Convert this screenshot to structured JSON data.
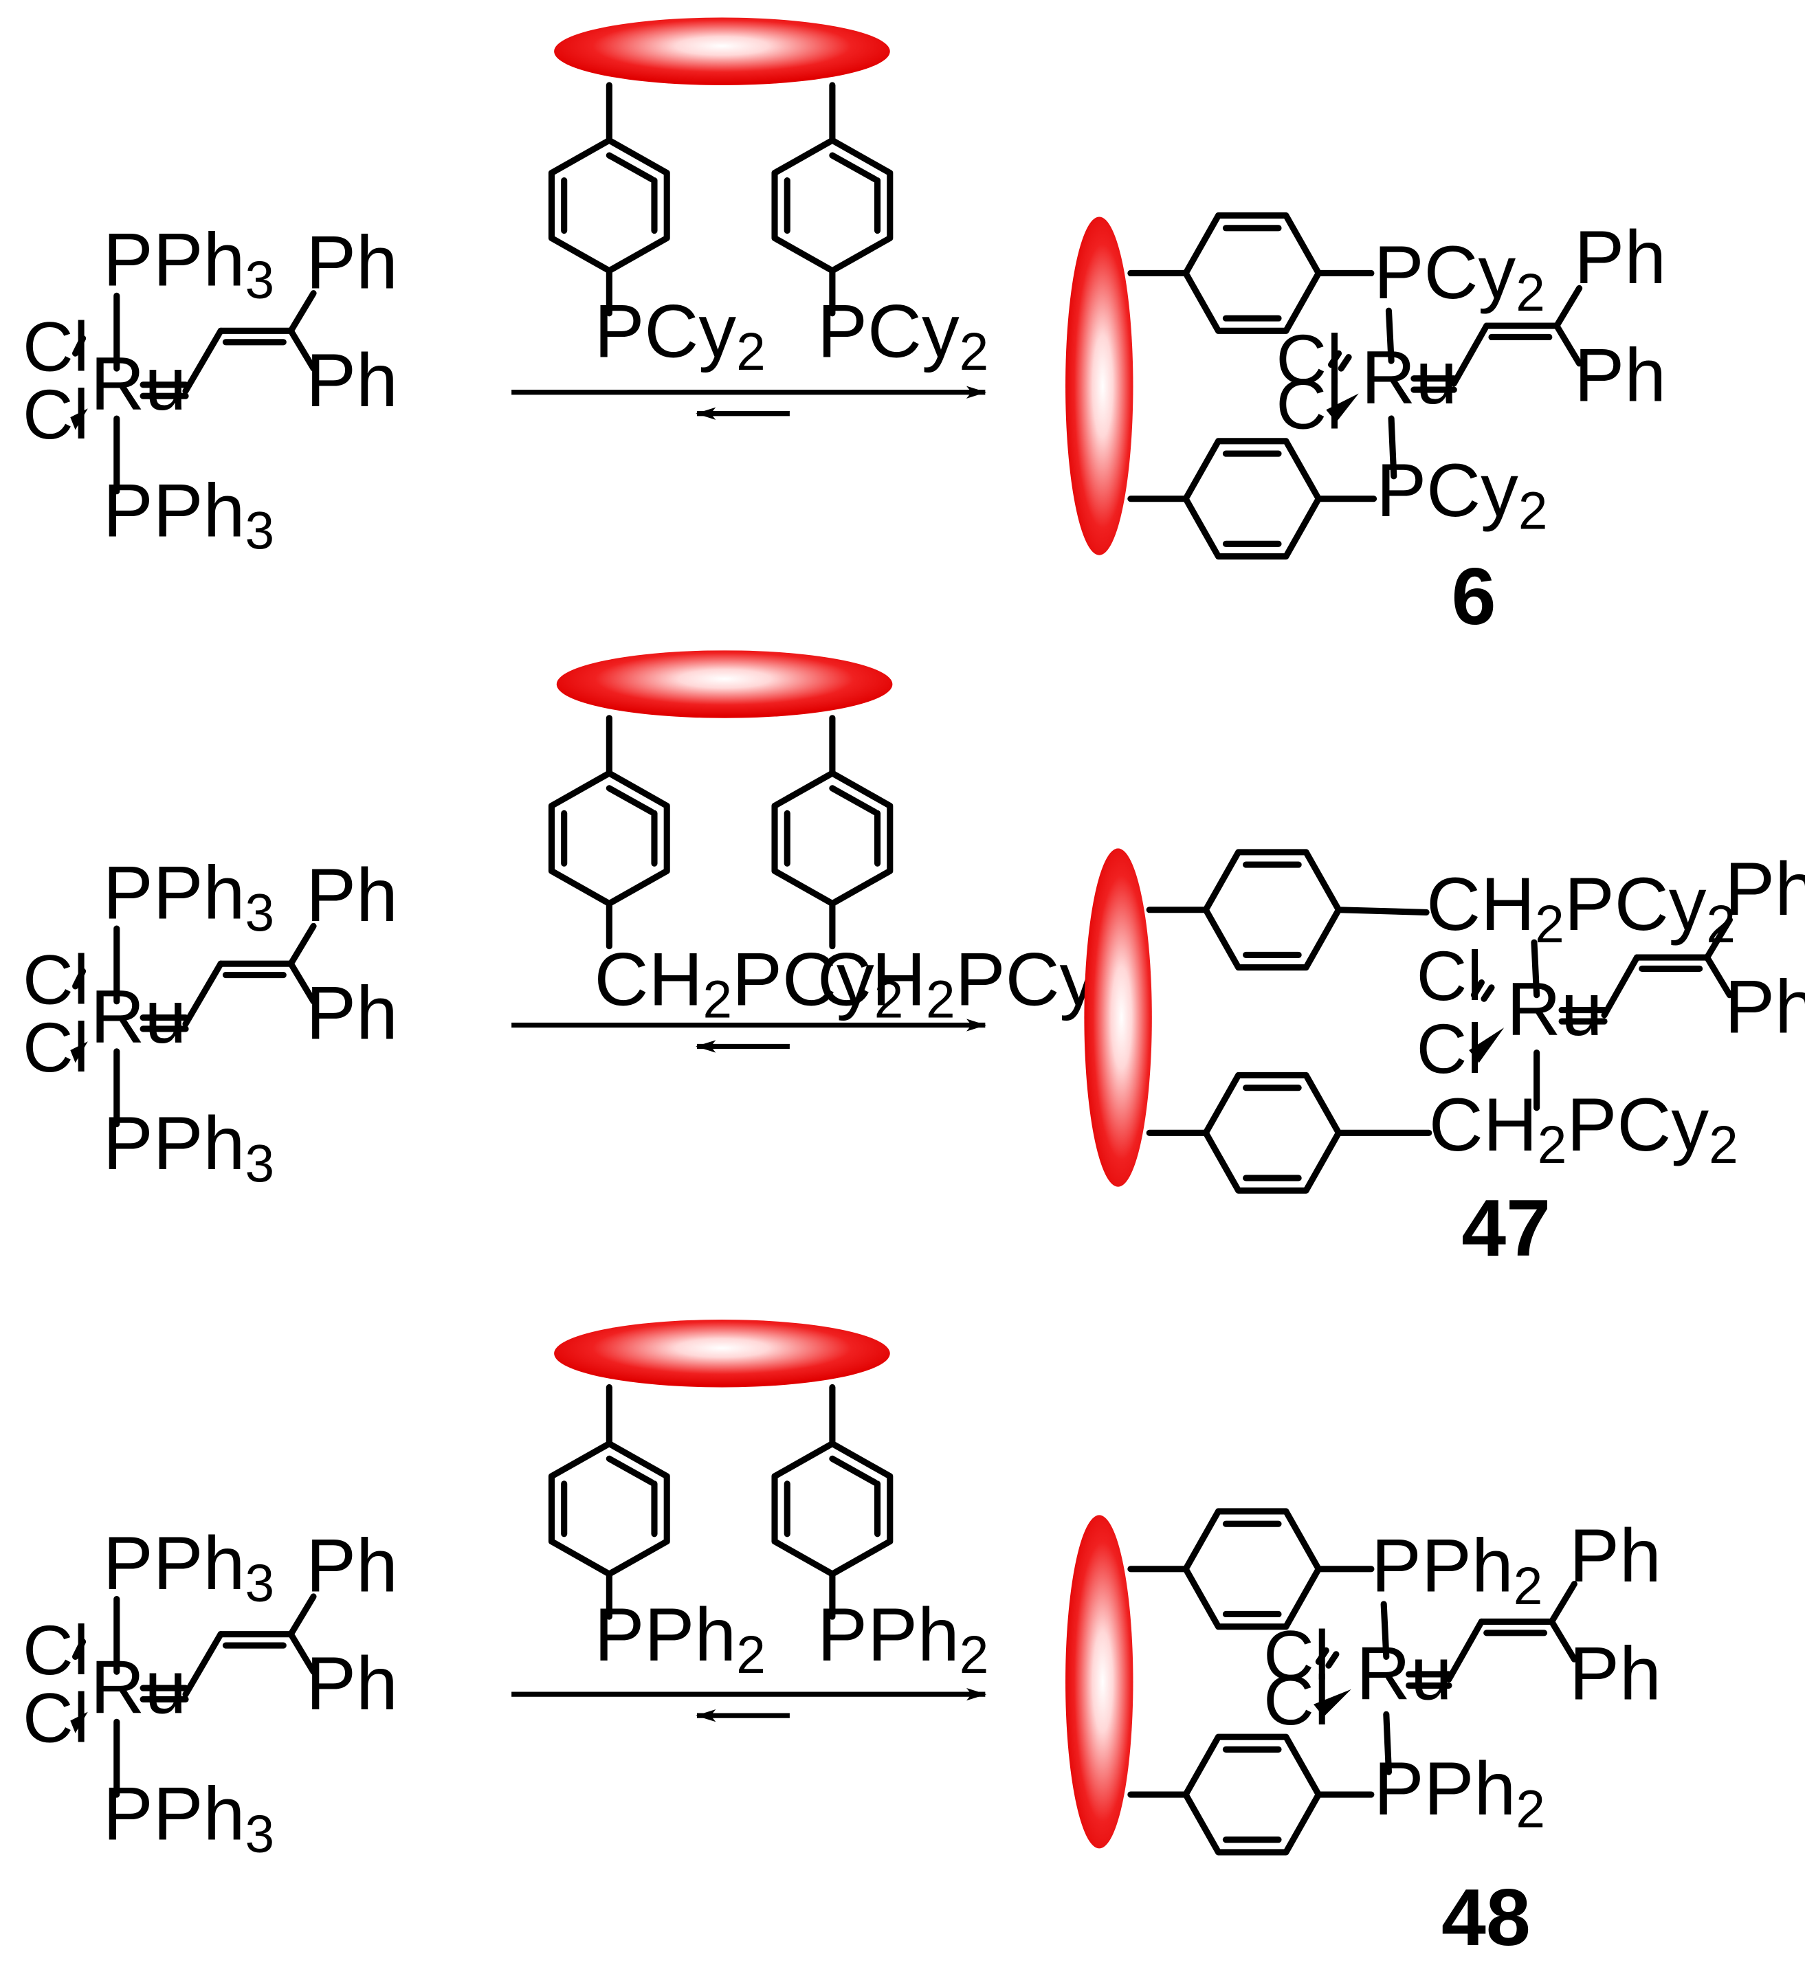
{
  "scheme": {
    "colors": {
      "support": "#e8001c",
      "support_highlight": "#ffffff",
      "ink": "#000000"
    },
    "reactant": {
      "metal": "Ru",
      "ligand_top": "PPh",
      "ligand_top_sub": "3",
      "ligand_bottom": "PPh",
      "ligand_bottom_sub": "3",
      "halide_1": "Cl",
      "halide_2": "Cl",
      "aryl_1": "Ph",
      "aryl_2": "Ph"
    },
    "reactions": [
      {
        "reagent": {
          "group": "PCy",
          "sub": "2"
        },
        "product": {
          "number": "6",
          "metal": "Ru",
          "p_top": "PCy",
          "p_top_sub": "2",
          "p_bottom": "PCy",
          "p_bottom_sub": "2",
          "halide_1": "Cl",
          "halide_2": "Cl",
          "aryl_1": "Ph",
          "aryl_2": "Ph"
        }
      },
      {
        "reagent": {
          "group_pre": "CH",
          "pre_sub": "2",
          "group": "PCy",
          "sub": "2"
        },
        "product": {
          "number": "47",
          "metal": "Ru",
          "p_top_pre": "CH",
          "p_top_pre_sub": "2",
          "p_top": "PCy",
          "p_top_sub": "2",
          "p_bottom_pre": "CH",
          "p_bottom_pre_sub": "2",
          "p_bottom": "PCy",
          "p_bottom_sub": "2",
          "halide_1": "Cl",
          "halide_2": "Cl",
          "aryl_1": "Ph",
          "aryl_2": "Ph"
        }
      },
      {
        "reagent": {
          "group": "PPh",
          "sub": "2"
        },
        "product": {
          "number": "48",
          "metal": "Ru",
          "p_top": "PPh",
          "p_top_sub": "2",
          "p_bottom": "PPh",
          "p_bottom_sub": "2",
          "halide_1": "Cl",
          "halide_2": "Cl",
          "aryl_1": "Ph",
          "aryl_2": "Ph"
        }
      }
    ]
  }
}
